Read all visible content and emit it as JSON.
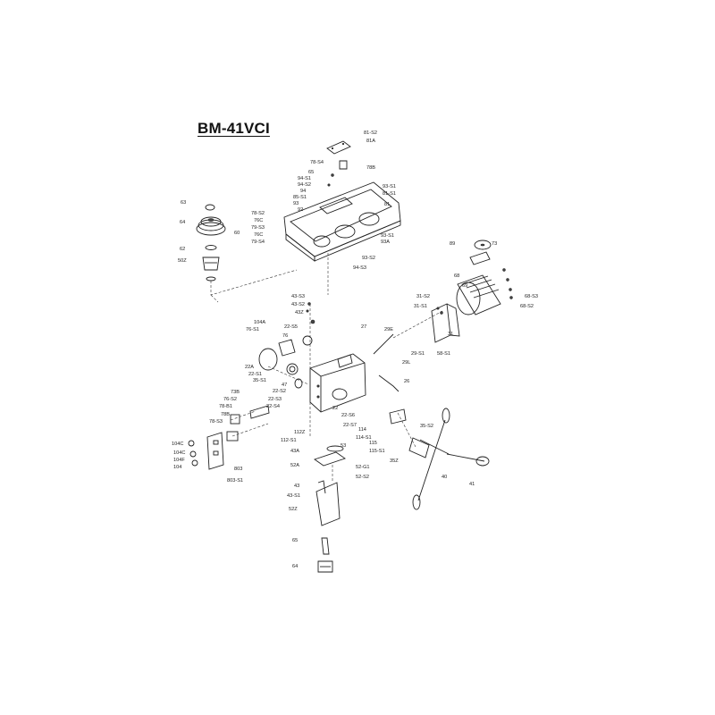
{
  "title": "BM-41VCI",
  "labels": [
    {
      "id": "p81-s2",
      "text": "81-S2"
    },
    {
      "id": "p81a",
      "text": "81A"
    },
    {
      "id": "p78-s4",
      "text": "78-S4"
    },
    {
      "id": "p78b",
      "text": "78B"
    },
    {
      "id": "p65-top",
      "text": "65"
    },
    {
      "id": "p94-s1",
      "text": "94-S1"
    },
    {
      "id": "p94-s2",
      "text": "94-S2"
    },
    {
      "id": "p94",
      "text": "94"
    },
    {
      "id": "p85-s1",
      "text": "85-S1"
    },
    {
      "id": "p93",
      "text": "93"
    },
    {
      "id": "p92",
      "text": "92"
    },
    {
      "id": "p93-s1-top",
      "text": "93-S1"
    },
    {
      "id": "p81-s1",
      "text": "81-S1"
    },
    {
      "id": "p81",
      "text": "81"
    },
    {
      "id": "p78-s2",
      "text": "78-S2"
    },
    {
      "id": "p76c-a",
      "text": "76C"
    },
    {
      "id": "p79-s3",
      "text": "79-S3"
    },
    {
      "id": "p76c-b",
      "text": "76C"
    },
    {
      "id": "p79-s4",
      "text": "79-S4"
    },
    {
      "id": "p93-s1",
      "text": "93-S1"
    },
    {
      "id": "p93a",
      "text": "93A"
    },
    {
      "id": "p93-s2",
      "text": "93-S2"
    },
    {
      "id": "p94-s3",
      "text": "94-S3"
    },
    {
      "id": "p63",
      "text": "63"
    },
    {
      "id": "p64",
      "text": "64"
    },
    {
      "id": "p60",
      "text": "60"
    },
    {
      "id": "p62",
      "text": "62"
    },
    {
      "id": "p50z",
      "text": "50Z"
    },
    {
      "id": "p89",
      "text": "89"
    },
    {
      "id": "p73",
      "text": "73"
    },
    {
      "id": "p68",
      "text": "68"
    },
    {
      "id": "p68-s3",
      "text": "68-S3"
    },
    {
      "id": "p68-s2",
      "text": "68-S2"
    },
    {
      "id": "p69",
      "text": "69"
    },
    {
      "id": "p31-s2",
      "text": "31-S2"
    },
    {
      "id": "p31-s1",
      "text": "31-S1"
    },
    {
      "id": "p31",
      "text": "31"
    },
    {
      "id": "p58-s1",
      "text": "58-S1"
    },
    {
      "id": "p43-s3",
      "text": "43-S3"
    },
    {
      "id": "p43-s2",
      "text": "43-S2"
    },
    {
      "id": "p43z",
      "text": "43Z"
    },
    {
      "id": "p104a",
      "text": "104A"
    },
    {
      "id": "p76-s1",
      "text": "76-S1"
    },
    {
      "id": "p22-s5",
      "text": "22-S5"
    },
    {
      "id": "p76",
      "text": "76"
    },
    {
      "id": "p27",
      "text": "27"
    },
    {
      "id": "p29e",
      "text": "29E"
    },
    {
      "id": "p29-s1",
      "text": "29-S1"
    },
    {
      "id": "p29l",
      "text": "29L"
    },
    {
      "id": "p22a",
      "text": "22A"
    },
    {
      "id": "p22-s1",
      "text": "22-S1"
    },
    {
      "id": "p35-s1",
      "text": "35-S1"
    },
    {
      "id": "p47",
      "text": "47"
    },
    {
      "id": "p26",
      "text": "26"
    },
    {
      "id": "p22-s2",
      "text": "22-S2"
    },
    {
      "id": "p22-s3",
      "text": "22-S3"
    },
    {
      "id": "p22-s4",
      "text": "22-S4"
    },
    {
      "id": "p22",
      "text": "22"
    },
    {
      "id": "p22-s6",
      "text": "22-S6"
    },
    {
      "id": "p22-s7",
      "text": "22-S7"
    },
    {
      "id": "p73b",
      "text": "73B"
    },
    {
      "id": "p76-s2",
      "text": "76-S2"
    },
    {
      "id": "p78-b1",
      "text": "78-B1"
    },
    {
      "id": "p78b-2",
      "text": "78B"
    },
    {
      "id": "p78-s3",
      "text": "78-S3"
    },
    {
      "id": "p112z",
      "text": "112Z"
    },
    {
      "id": "p112-s1",
      "text": "112-S1"
    },
    {
      "id": "p114",
      "text": "114"
    },
    {
      "id": "p114-s1",
      "text": "114-S1"
    },
    {
      "id": "p115",
      "text": "115"
    },
    {
      "id": "p115-s1",
      "text": "115-S1"
    },
    {
      "id": "p35-s2",
      "text": "35-S2"
    },
    {
      "id": "p35z",
      "text": "35Z"
    },
    {
      "id": "p104c-a",
      "text": "104C"
    },
    {
      "id": "p104c-b",
      "text": "104C"
    },
    {
      "id": "p104f",
      "text": "104F"
    },
    {
      "id": "p104",
      "text": "104"
    },
    {
      "id": "p803",
      "text": "803"
    },
    {
      "id": "p803-s1",
      "text": "803-S1"
    },
    {
      "id": "p43a",
      "text": "43A"
    },
    {
      "id": "p53",
      "text": "53"
    },
    {
      "id": "p52a",
      "text": "52A"
    },
    {
      "id": "p52-g1",
      "text": "52-G1"
    },
    {
      "id": "p52-s2",
      "text": "52-S2"
    },
    {
      "id": "p40",
      "text": "40"
    },
    {
      "id": "p41",
      "text": "41"
    },
    {
      "id": "p43",
      "text": "43"
    },
    {
      "id": "p43-s1",
      "text": "43-S1"
    },
    {
      "id": "p52z",
      "text": "52Z"
    },
    {
      "id": "p65",
      "text": "65"
    },
    {
      "id": "p64-bottom",
      "text": "64"
    }
  ]
}
